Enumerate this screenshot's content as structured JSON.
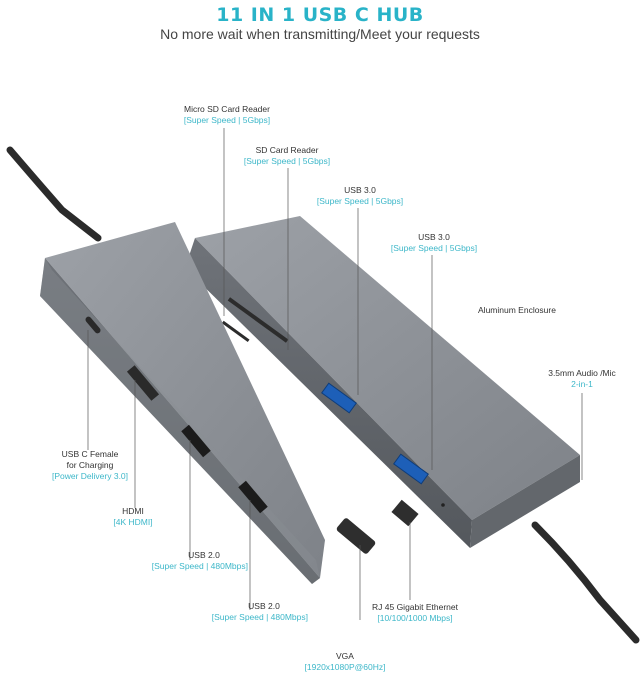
{
  "header": {
    "title": "11 IN 1 USB C HUB",
    "subtitle": "No more wait when transmitting/Meet your requests"
  },
  "colors": {
    "accent": "#29b3c8",
    "hub_body": "#8f9399",
    "hub_dark": "#5d6166",
    "cable": "#2b2b2b"
  },
  "callouts": {
    "microsd": {
      "name": "Micro SD Card Reader",
      "spec": "[Super Speed | 5Gbps]"
    },
    "sd": {
      "name": "SD Card Reader",
      "spec": "[Super Speed | 5Gbps]"
    },
    "usb3_a": {
      "name": "USB 3.0",
      "spec": "[Super Speed | 5Gbps]"
    },
    "usb3_b": {
      "name": "USB 3.0",
      "spec": "[Super Speed | 5Gbps]"
    },
    "enclosure": {
      "name": "Aluminum Enclosure"
    },
    "audio": {
      "name": "3.5mm Audio /Mic",
      "spec": "2-in-1"
    },
    "usbc_line1": "USB C Female",
    "usbc_line2": "for Charging",
    "usbc_spec": "[Power Delivery 3.0]",
    "hdmi": {
      "name": "HDMI",
      "spec": "[4K HDMI]"
    },
    "usb2_a": {
      "name": "USB 2.0",
      "spec": "[Super Speed | 480Mbps]"
    },
    "usb2_b": {
      "name": "USB 2.0",
      "spec": "[Super Speed | 480Mbps]"
    },
    "rj45": {
      "name": "RJ 45 Gigabit Ethernet",
      "spec": "[10/100/1000 Mbps]"
    },
    "vga": {
      "name": "VGA",
      "spec": "[1920x1080P@60Hz]"
    }
  }
}
